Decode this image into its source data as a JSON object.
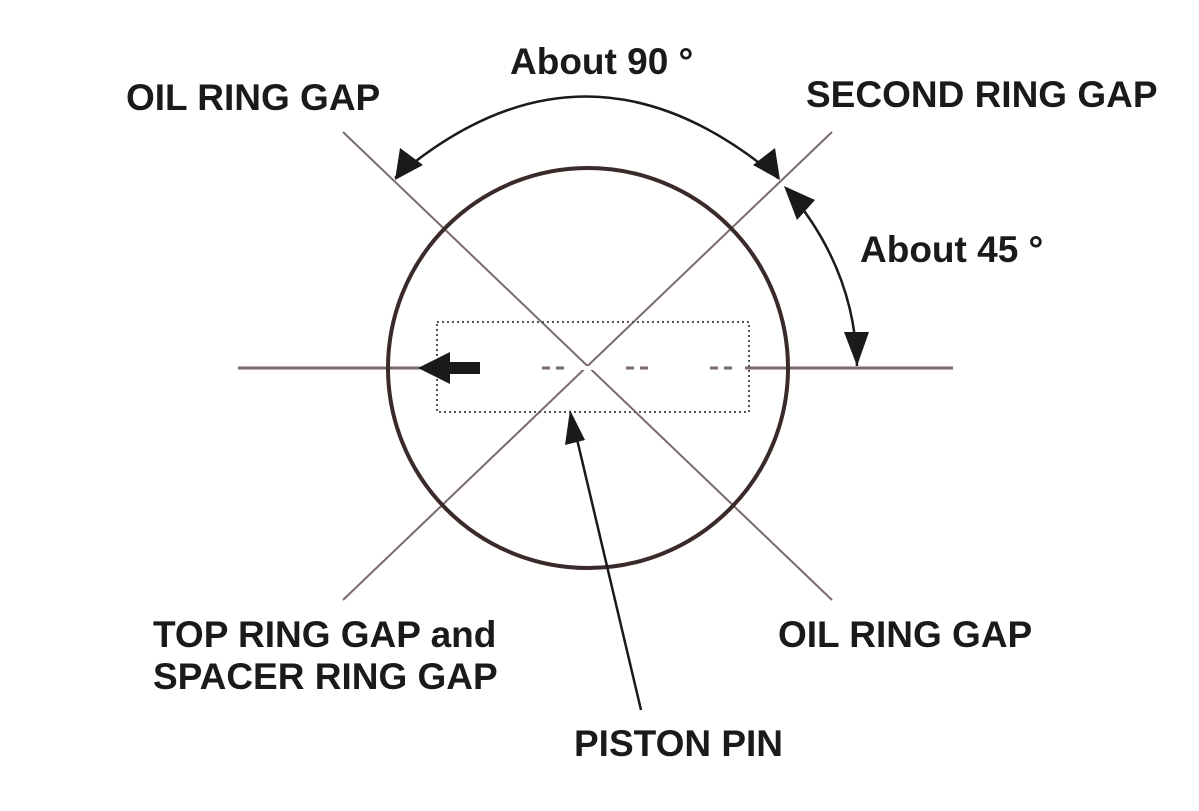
{
  "labels": {
    "about_90": "About 90 °",
    "oil_ring_gap_top": "OIL RING GAP",
    "second_ring_gap": "SECOND RING GAP",
    "about_45": "About 45 °",
    "top_ring_gap_line1": "TOP RING GAP and",
    "top_ring_gap_line2": "SPACER RING GAP",
    "oil_ring_gap_bottom": "OIL RING GAP",
    "piston_pin": "PISTON PIN"
  },
  "colors": {
    "ink": "#1a1a1a",
    "circle": "#3a2a2a",
    "guide": "#7a6a6a"
  }
}
